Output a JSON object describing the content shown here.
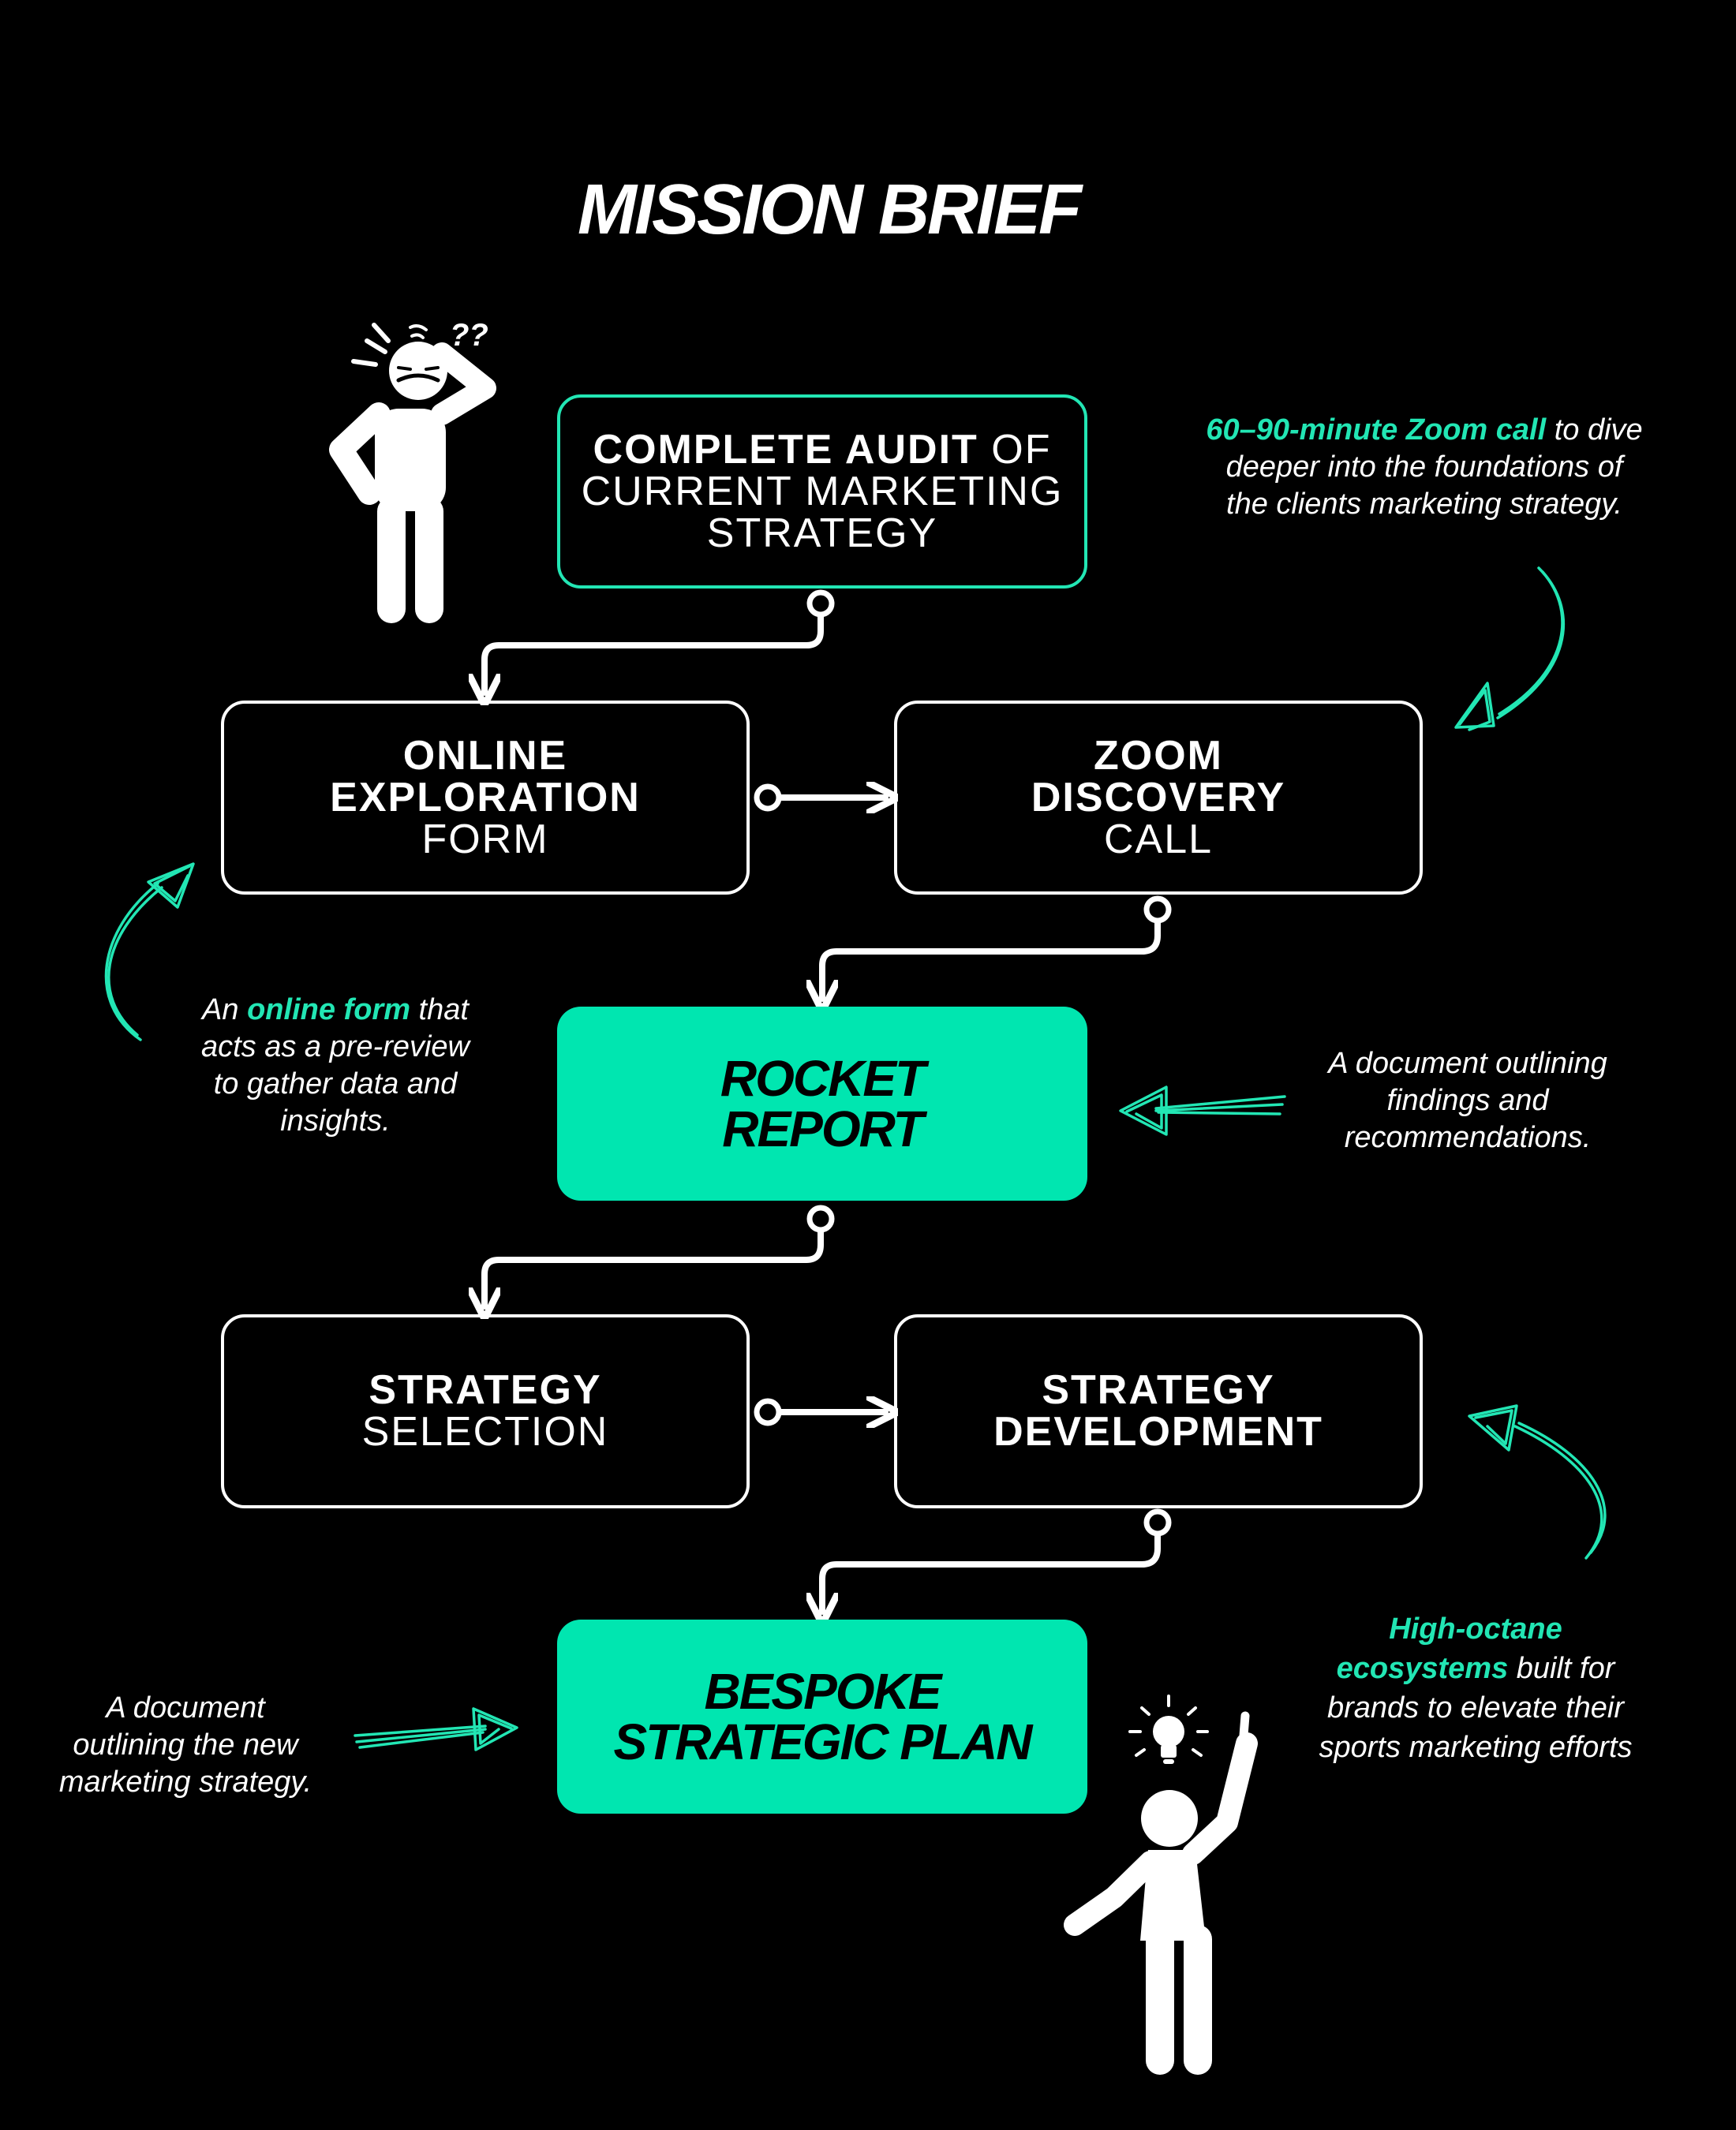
{
  "title": "MISSION BRIEF",
  "nodes": {
    "audit": {
      "bold": "COMPLETE AUDIT",
      "tail": " OF",
      "line2": "CURRENT MARKETING",
      "line3": "STRATEGY"
    },
    "online_form": {
      "line1": "ONLINE",
      "line2": "EXPLORATION",
      "line3": "FORM"
    },
    "zoom_call": {
      "line1": "ZOOM",
      "line2": "DISCOVERY",
      "line3": "CALL"
    },
    "rocket_report": {
      "line1": "ROCKET",
      "line2": "REPORT"
    },
    "strategy_selection": {
      "line1": "STRATEGY",
      "line2": "SELECTION"
    },
    "strategy_development": {
      "line1": "STRATEGY",
      "line2": "DEVELOPMENT"
    },
    "bespoke_plan": {
      "line1": "BESPOKE",
      "line2": "STRATEGIC PLAN"
    }
  },
  "notes": {
    "zoom": {
      "highlight": "60–90-minute Zoom call",
      "rest1": " to dive",
      "line2": "deeper into the foundations of",
      "line3": "the clients marketing strategy."
    },
    "online_form": {
      "pre": "An ",
      "highlight": "online form",
      "rest1": " that",
      "line2": "acts as a pre-review",
      "line3": "to gather data and",
      "line4": "insights."
    },
    "rocket": {
      "line1": "A document outlining",
      "line2": "findings and",
      "line3": "recommendations."
    },
    "plan": {
      "line1": "A document",
      "line2": "outlining the new",
      "line3": "marketing strategy."
    },
    "ecosystems": {
      "highlight1": "High-octane",
      "highlight2": "ecosystems",
      "rest2": " built for",
      "line3": "brands to elevate their",
      "line4": "sports marketing efforts"
    }
  },
  "colors": {
    "accent": "#00e6b0",
    "background": "#000000",
    "text": "#ffffff"
  }
}
